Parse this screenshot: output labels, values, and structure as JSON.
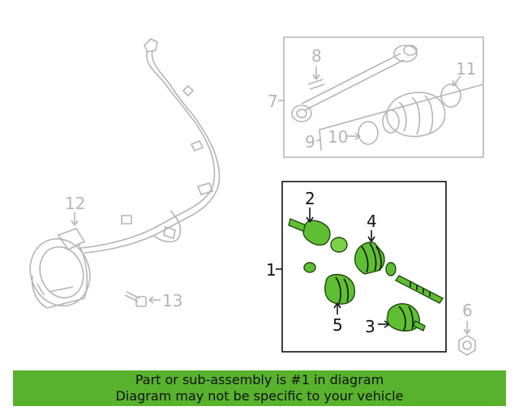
{
  "callouts": {
    "c1": "1",
    "c2": "2",
    "c3": "3",
    "c4": "4",
    "c5": "5",
    "c6": "6",
    "c7": "7",
    "c8": "8",
    "c9": "9",
    "c10": "10",
    "c11": "11",
    "c12": "12",
    "c13": "13"
  },
  "banner": {
    "line1": "Part or sub-assembly is #1 in diagram",
    "line2": "Diagram may not be specific to your vehicle"
  },
  "colors": {
    "highlight_green": "#5fbf32",
    "banner_green": "#58b22d",
    "callout_gray": "#b5b5b5",
    "callout_dark": "#111111"
  }
}
